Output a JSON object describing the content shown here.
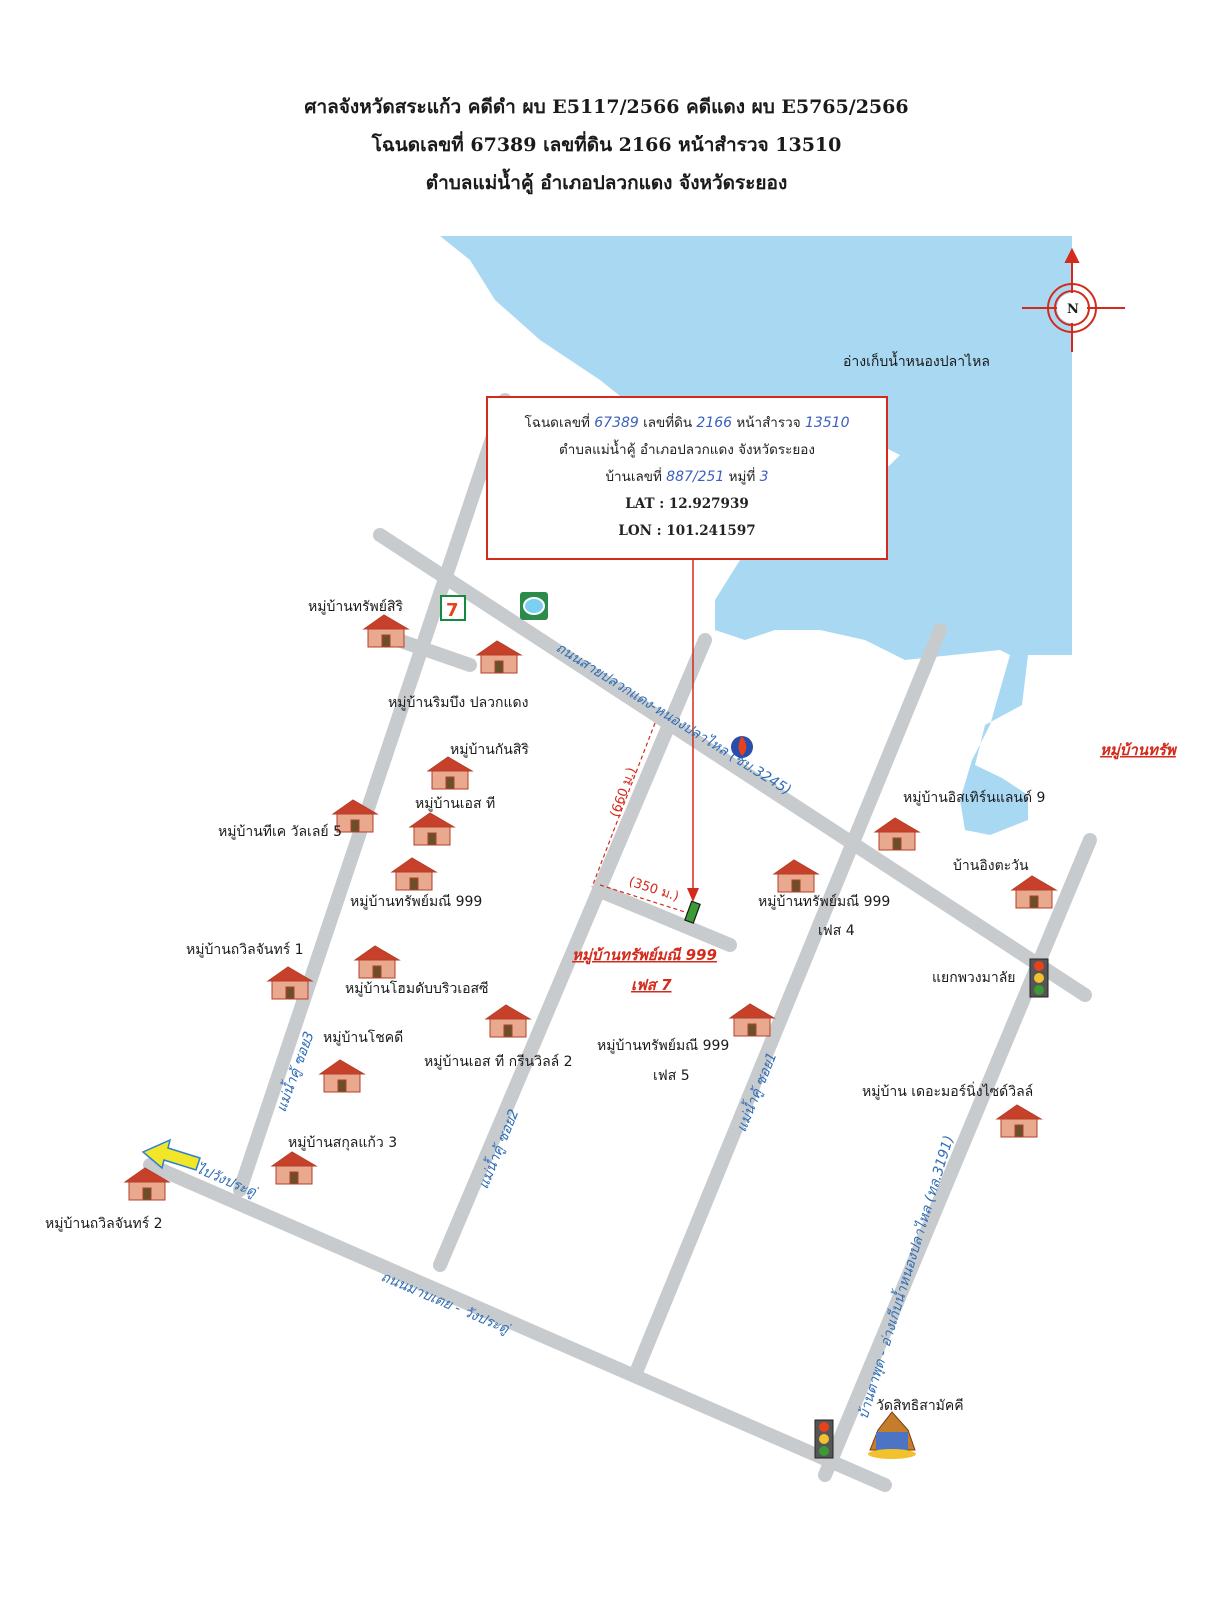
{
  "header": {
    "line1": "ศาลจังหวัดสระแก้ว คดีดำ ผบ E5117/2566 คดีแดง ผบ E5765/2566",
    "line2": "โฉนดเลขที่ 67389 เลขที่ดิน 2166 หน้าสำรวจ 13510",
    "line3": "ตำบลแม่น้ำคู้ อำเภอปลวกแดง จังหวัดระยอง"
  },
  "compass": {
    "label": "N"
  },
  "reservoir": {
    "label": "อ่างเก็บน้ำหนองปลาไหล",
    "color": "#a9d9f2"
  },
  "infobox": {
    "deed_prefix": "โฉนดเลขที่",
    "deed_no": "67389",
    "land_prefix": "เลขที่ดิน",
    "land_no": "2166",
    "survey_prefix": "หน้าสำรวจ",
    "survey_no": "13510",
    "subdistrict": "ตำบลแม่น้ำคู้ อำเภอปลวกแดง จังหวัดระยอง",
    "house_prefix": "บ้านเลขที่",
    "house_no": "887/251",
    "moo_prefix": "หมู่ที่",
    "moo_no": "3",
    "lat": "LAT : 12.927939",
    "lon": "LON : 101.241597"
  },
  "roads": {
    "main_ne": "ถนนสายปลวกแดง-หนองปลาไหล (ชบ.3245)",
    "main_south": "ถนนมาบเตย - วังประดู่",
    "to_wangpradu": "ไปวังประดู่",
    "east_road": "บ้านตาพุด - อ่างเก็บน้ำหนองปลาไหล (ทล.3191)",
    "soi1": "แม่น้ำคู้ ซอย1",
    "soi2": "แม่น้ำคู้ ซอย2",
    "soi3": "แม่น้ำคู้ ซอย3"
  },
  "distances": {
    "d660": "(660 ม.)",
    "d350": "(350 ม.)"
  },
  "villages": {
    "v1": "หมู่บ้านทรัพย์สิริ",
    "v2": "หมู่บ้านริมบึง ปลวกแดง",
    "v3": "หมู่บ้านกันสิริ",
    "v4": "หมู่บ้านเอส ที",
    "v5": "หมู่บ้านทีเค วัลเลย์ 5",
    "v6": "หมู่บ้านทรัพย์มณี 999",
    "v7": "หมู่บ้านถวิลจันทร์ 1",
    "v8": "หมู่บ้านโฮมดับบริวเอสซี",
    "v9": "หมู่บ้านโชคดี",
    "v10": "หมู่บ้านเอส ที กรีนวิลล์ 2",
    "v11": "หมู่บ้านทรัพย์มณี 999",
    "v11b": "เฟส 5",
    "v12": "หมู่บ้านทรัพย์มณี 999",
    "v12b": "เฟส 4",
    "v13": "หมู่บ้านอิสเทิร์นแลนด์ 9",
    "v14": "บ้านอิงตะวัน",
    "v15": "แยกพวงมาลัย",
    "v16": "หมู่บ้าน เดอะมอร์นิ่งไซด์วิลล์",
    "v17": "หมู่บ้านสกุลแก้ว 3",
    "v18": "หมู่บ้านถวิลจันทร์ 2",
    "v19": "วัดสิทธิสามัคคี",
    "red_main": "หมู่บ้านทรัพย์มณี 999",
    "red_main_b": "เฟส 7",
    "red_edge": "หมู่บ้านทรัพ"
  }
}
